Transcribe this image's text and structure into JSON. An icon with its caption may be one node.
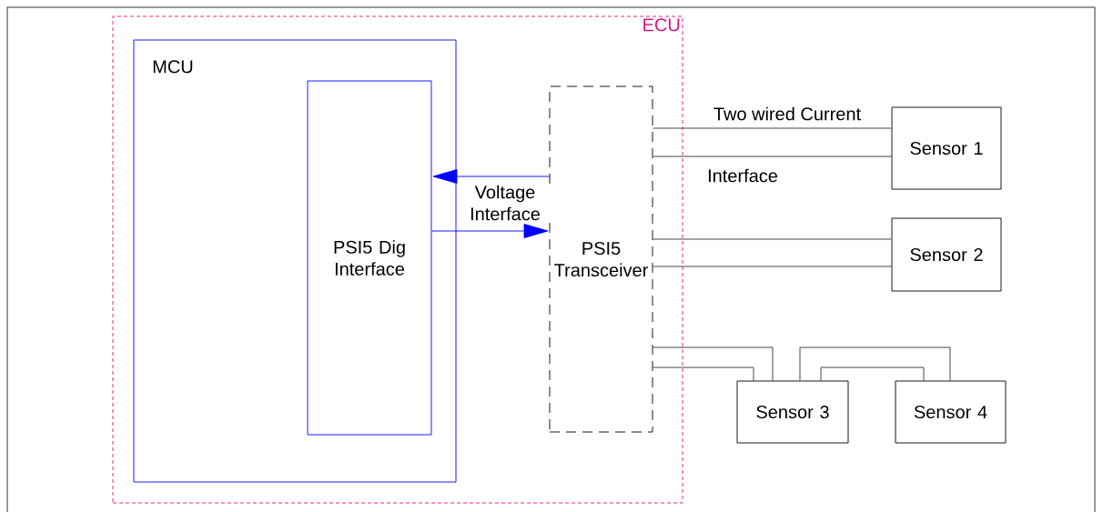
{
  "diagram": {
    "nodes": [
      {
        "text": [
          "ECU"
        ]
      },
      {
        "text": [
          "MCU"
        ],
        "in": 0
      },
      {
        "text": [
          "PSI5 Dig Interface"
        ],
        "in": 1
      },
      {
        "text": [
          "PSI5 Transceiver"
        ],
        "in": 0
      },
      {
        "text": [
          "Sensor 1"
        ]
      },
      {
        "text": [
          "Sensor 2"
        ]
      },
      {
        "text": [
          "Sensor 3"
        ]
      },
      {
        "text": [
          "Sensor 4"
        ]
      }
    ],
    "edges": [
      {
        "from": 3,
        "to": 2,
        "arrow": "to",
        "color": "#0000ff",
        "label": "Voltage Interface"
      },
      {
        "from": 2,
        "to": 3,
        "arrow": "to",
        "color": "#0000ff"
      },
      {
        "from": 3,
        "to": 4,
        "arrow": "none",
        "label": "Two wired Current"
      },
      {
        "from": 3,
        "to": 4,
        "arrow": "none",
        "label": "Interface"
      },
      {
        "from": 3,
        "to": 5,
        "arrow": "none"
      },
      {
        "from": 3,
        "to": 5,
        "arrow": "none"
      },
      {
        "from": 3,
        "to": 6,
        "arrow": "none"
      },
      {
        "from": 3,
        "to": 6,
        "arrow": "none"
      },
      {
        "from": 6,
        "to": 7,
        "arrow": "none"
      },
      {
        "from": 6,
        "to": 7,
        "arrow": "none"
      }
    ]
  }
}
